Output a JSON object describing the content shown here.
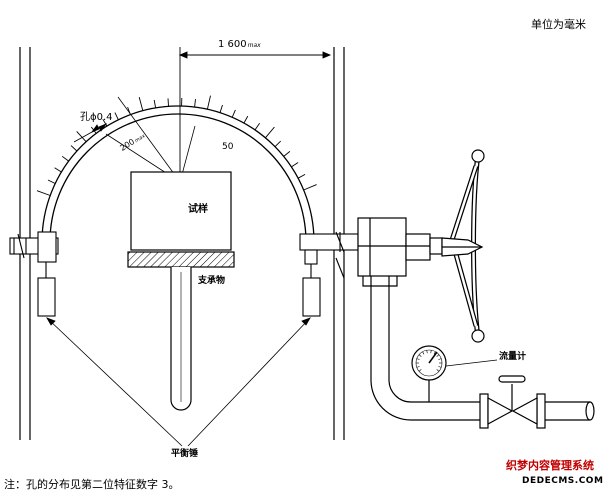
{
  "labels": {
    "unit": "单位为毫米",
    "dimension_value": "1 600",
    "dimension_suffix": "max",
    "hole": "孔ϕ0.4",
    "radius_value": "200",
    "radius_suffix": "max",
    "tick_50": "50",
    "specimen": "试样",
    "support": "支承物",
    "flowmeter": "流量计",
    "counterweight": "平衡锤",
    "note": "注：孔的分布见第二位特征数字 3。"
  },
  "watermark": {
    "text": "织梦内容管理系统",
    "url": "DEDECMS.COM"
  },
  "colors": {
    "line": "#000000",
    "hatch": "#000000",
    "watermark": "#c00000"
  }
}
